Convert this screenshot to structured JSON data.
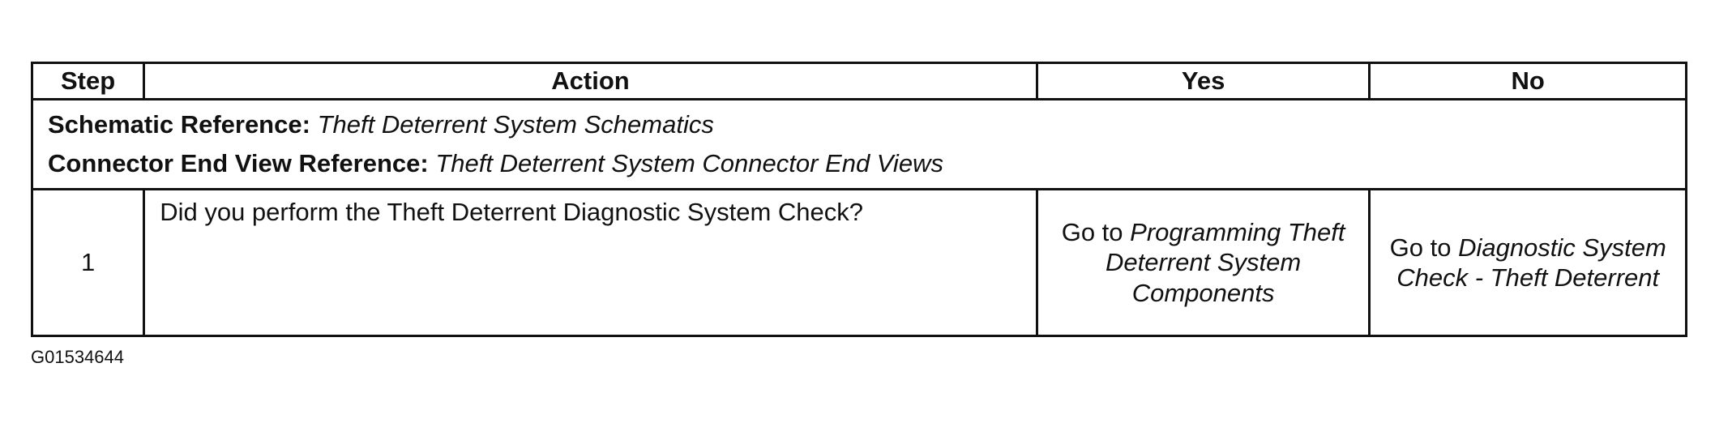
{
  "table": {
    "headers": {
      "step": "Step",
      "action": "Action",
      "yes": "Yes",
      "no": "No"
    },
    "references": {
      "schematic_label": "Schematic Reference:",
      "schematic_value": "Theft Deterrent System Schematics",
      "connector_label": "Connector End View Reference:",
      "connector_value": "Theft Deterrent System Connector End Views"
    },
    "rows": [
      {
        "step": "1",
        "action": "Did you perform the Theft Deterrent Diagnostic System Check?",
        "yes_prefix": "Go to",
        "yes_link": "Programming Theft Deterrent System Components",
        "no_prefix": "Go to",
        "no_link": "Diagnostic System Check - Theft Deterrent"
      }
    ]
  },
  "figure_id": "G01534644"
}
